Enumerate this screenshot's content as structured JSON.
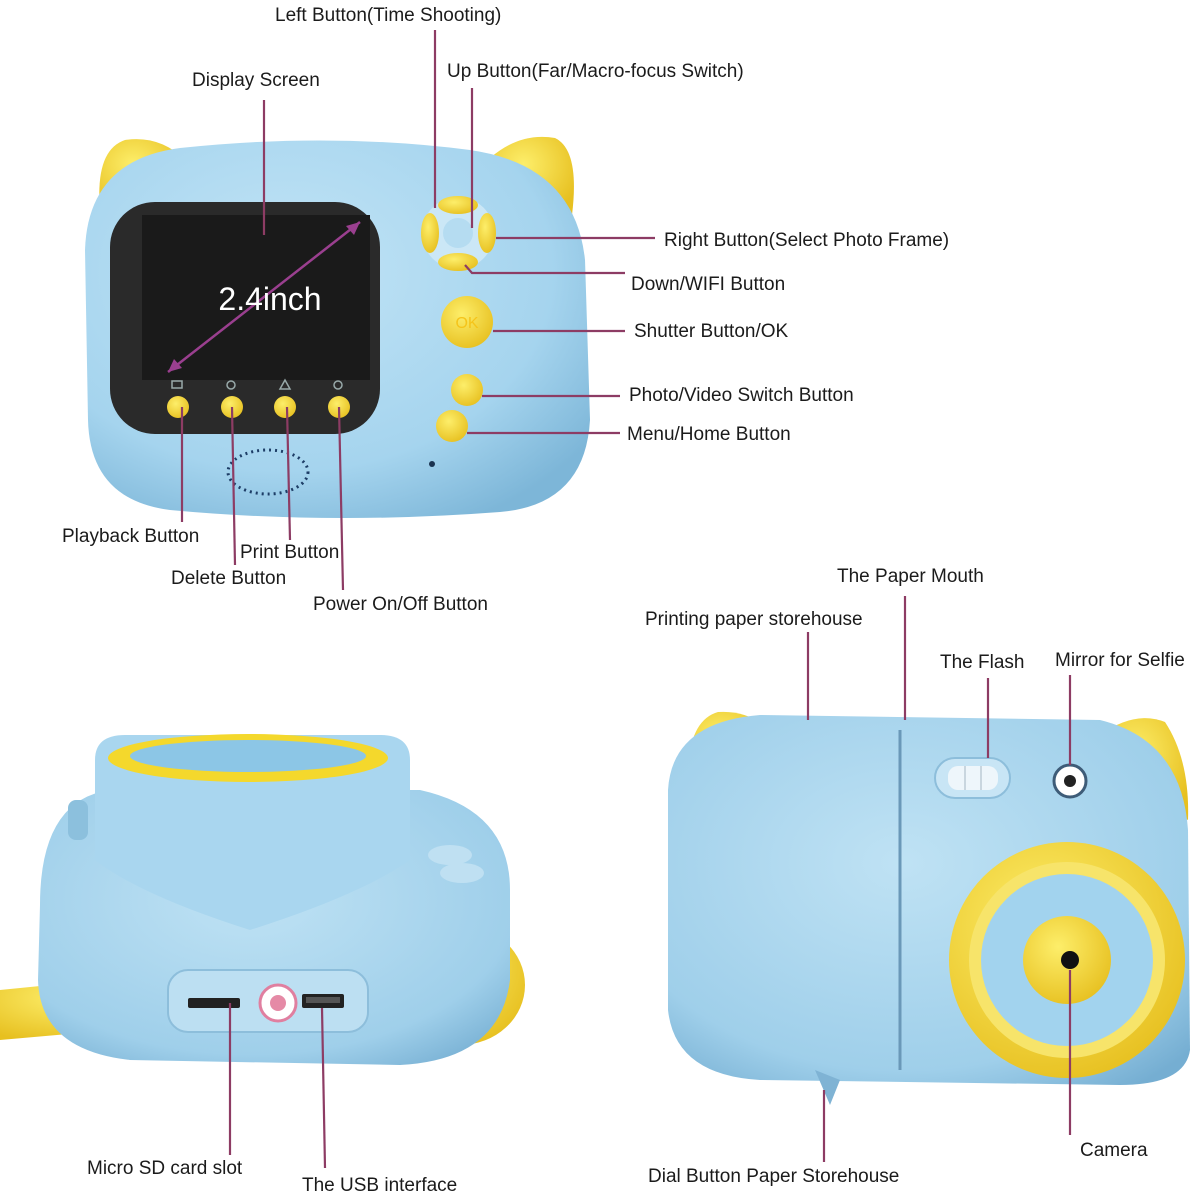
{
  "labels": {
    "left_button": "Left Button(Time Shooting)",
    "display_screen": "Display Screen",
    "up_button": "Up Button(Far/Macro-focus Switch)",
    "right_button": "Right Button(Select Photo Frame)",
    "down_button": "Down/WIFI Button",
    "shutter_button": "Shutter Button/OK",
    "photo_video_switch": "Photo/Video Switch Button",
    "menu_home": "Menu/Home Button",
    "playback": "Playback Button",
    "print": "Print Button",
    "delete": "Delete Button",
    "power": "Power On/Off Button",
    "paper_mouth": "The Paper Mouth",
    "paper_storehouse": "Printing paper storehouse",
    "flash": "The Flash",
    "mirror": "Mirror for Selfie",
    "micro_sd": "Micro SD card slot",
    "usb": "The USB interface",
    "dial_button": "Dial Button Paper Storehouse",
    "camera": "Camera"
  },
  "screen": {
    "size_text": "2.4inch"
  },
  "ok_button_text": "OK",
  "colors": {
    "body_blue": "#a5d4ee",
    "body_blue_dark": "#7db6d8",
    "accent_yellow": "#f6d832",
    "yellow_dark": "#e0b81f",
    "screen_black": "#1a1a1a",
    "leader_line": "#8d3c64"
  }
}
